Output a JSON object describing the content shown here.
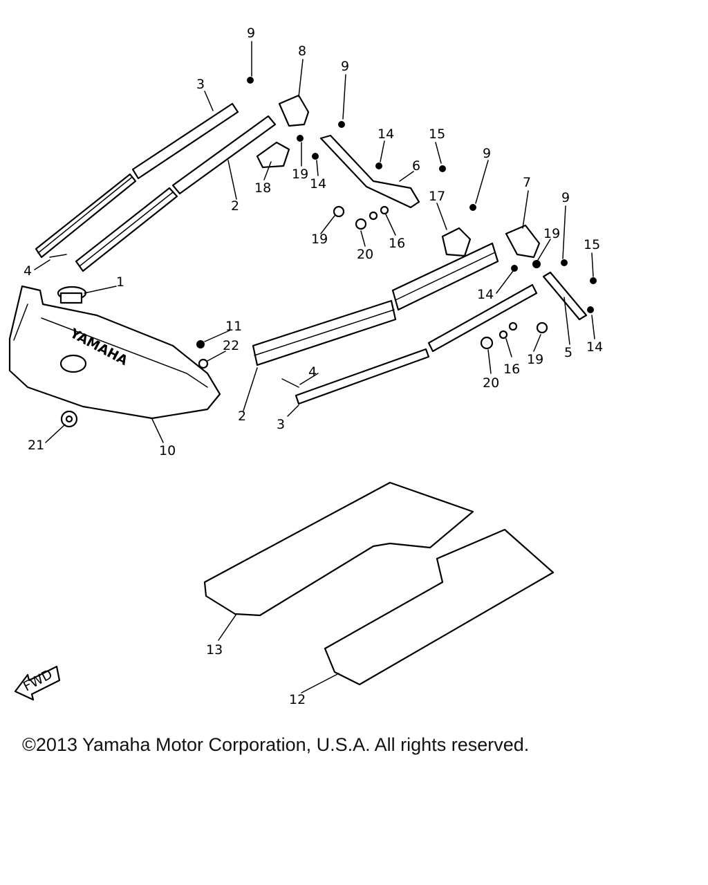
{
  "copyright": "©2013 Yamaha Motor Corporation, U.S.A. All rights reserved.",
  "fwd_label": "FWD",
  "brand_text": "YAMAHA",
  "callouts": [
    "9",
    "8",
    "9",
    "3",
    "14",
    "15",
    "2",
    "18",
    "19",
    "14",
    "6",
    "9",
    "7",
    "9",
    "17",
    "19",
    "20",
    "16",
    "19",
    "15",
    "4",
    "1",
    "14",
    "11",
    "22",
    "4",
    "5",
    "14",
    "20",
    "16",
    "19",
    "21",
    "10",
    "2",
    "3",
    "13",
    "12"
  ]
}
